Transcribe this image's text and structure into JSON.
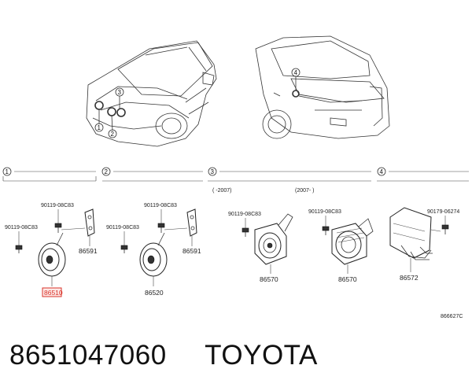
{
  "sections": [
    {
      "num": "1",
      "fastener_a": "90119-08C83",
      "fastener_b": "90119-08C83",
      "bracket": "86591",
      "horn": "86510"
    },
    {
      "num": "2",
      "fastener_a": "90119-08C83",
      "fastener_b": "90119-08C83",
      "bracket": "86591",
      "horn": "86520"
    },
    {
      "num": "3",
      "range_a": "(   -2007)",
      "range_b": "(2007-   )",
      "fastener_a": "90119-08C83",
      "fastener_b": "90119-08C83",
      "part_a": "86570",
      "part_b": "86570"
    },
    {
      "num": "4",
      "fastener_a": "90179-06274",
      "part": "86572"
    }
  ],
  "car_callouts": [
    "1",
    "2",
    "3",
    "4"
  ],
  "drawing_id": "866627C",
  "footer": {
    "part_number": "8651047060",
    "brand": "TOYOTA"
  },
  "colors": {
    "highlight": "#d9342b",
    "line": "#333333"
  }
}
